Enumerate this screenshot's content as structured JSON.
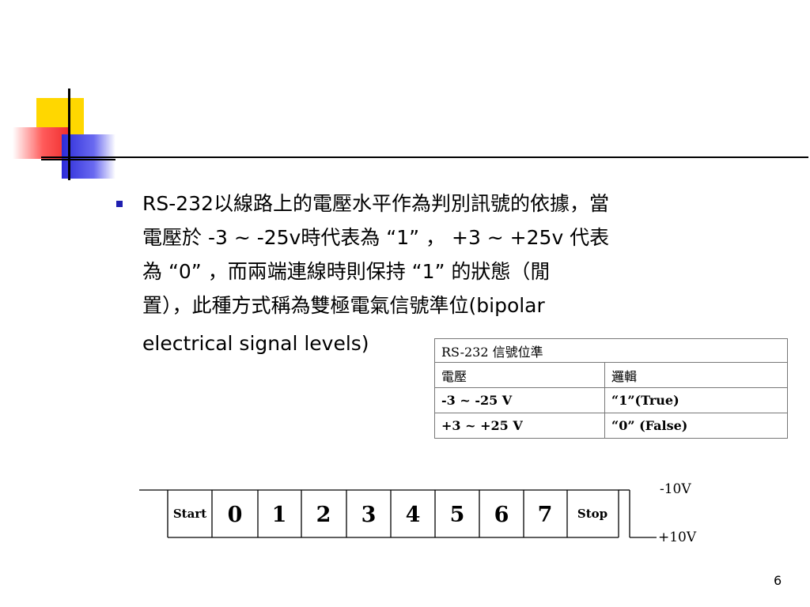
{
  "slide": {
    "body_lines": [
      "RS-232以線路上的電壓水平作為判別訊號的依據，當",
      "電壓於 -3 ~ -25v時代表為 “1” ， +3 ~ +25v 代表",
      "為 “0” ，而兩端連線時則保持 “1” 的狀態（閒",
      "置），此種方式稱為雙極電氣信號準位(bipolar",
      "electrical signal levels)"
    ],
    "page_number": "6"
  },
  "table": {
    "title": "RS-232 信號位準",
    "headers": [
      "電壓",
      "邏輯"
    ],
    "rows": [
      [
        "-3 ~ -25 V",
        "“1”(True)"
      ],
      [
        "+3 ~ +25 V",
        "“0” (False)"
      ]
    ]
  },
  "diagram": {
    "start_label": "Start",
    "bits": [
      "0",
      "1",
      "2",
      "3",
      "4",
      "5",
      "6",
      "7"
    ],
    "stop_label": "Stop",
    "high_label": "-10V",
    "low_label": "+10V"
  },
  "colors": {
    "bullet": "#1f1fb0",
    "deco_yellow": "#ffd700",
    "deco_red": "#f03030",
    "deco_blue": "#2c2cd9"
  }
}
